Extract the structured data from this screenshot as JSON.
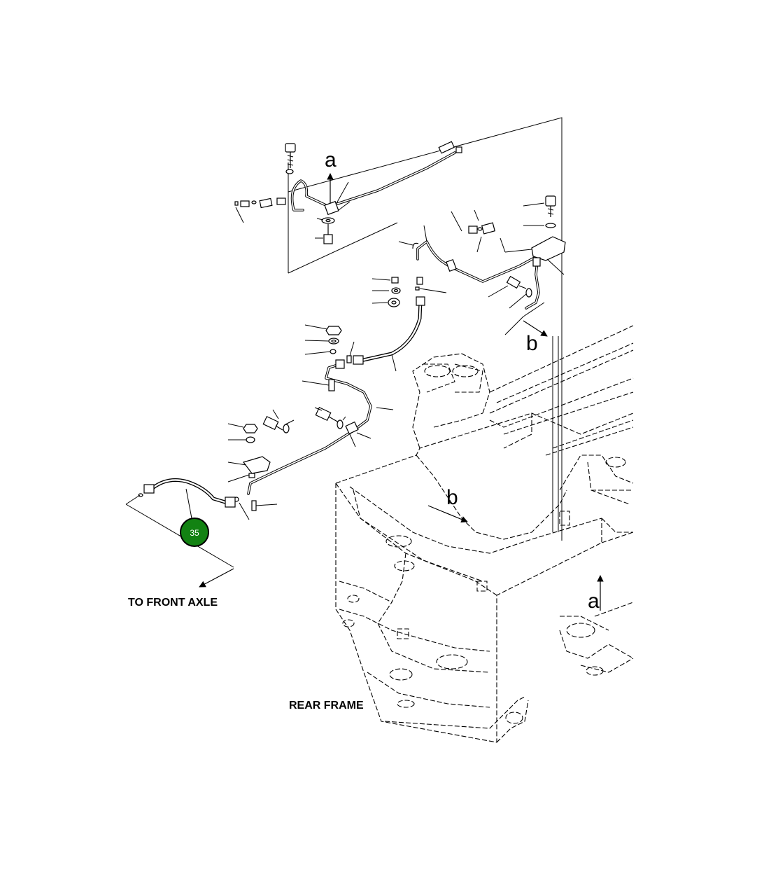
{
  "labels": {
    "to_front_axle": "TO FRONT AXLE",
    "rear_frame": "REAR FRAME"
  },
  "view_markers": {
    "a_top": "a",
    "b_upper": "b",
    "b_lower": "b",
    "a_lower": "a"
  },
  "callout": {
    "number": "35",
    "fill_color": "#128212",
    "ring_color": "#000000",
    "text_color": "#ffffff"
  }
}
